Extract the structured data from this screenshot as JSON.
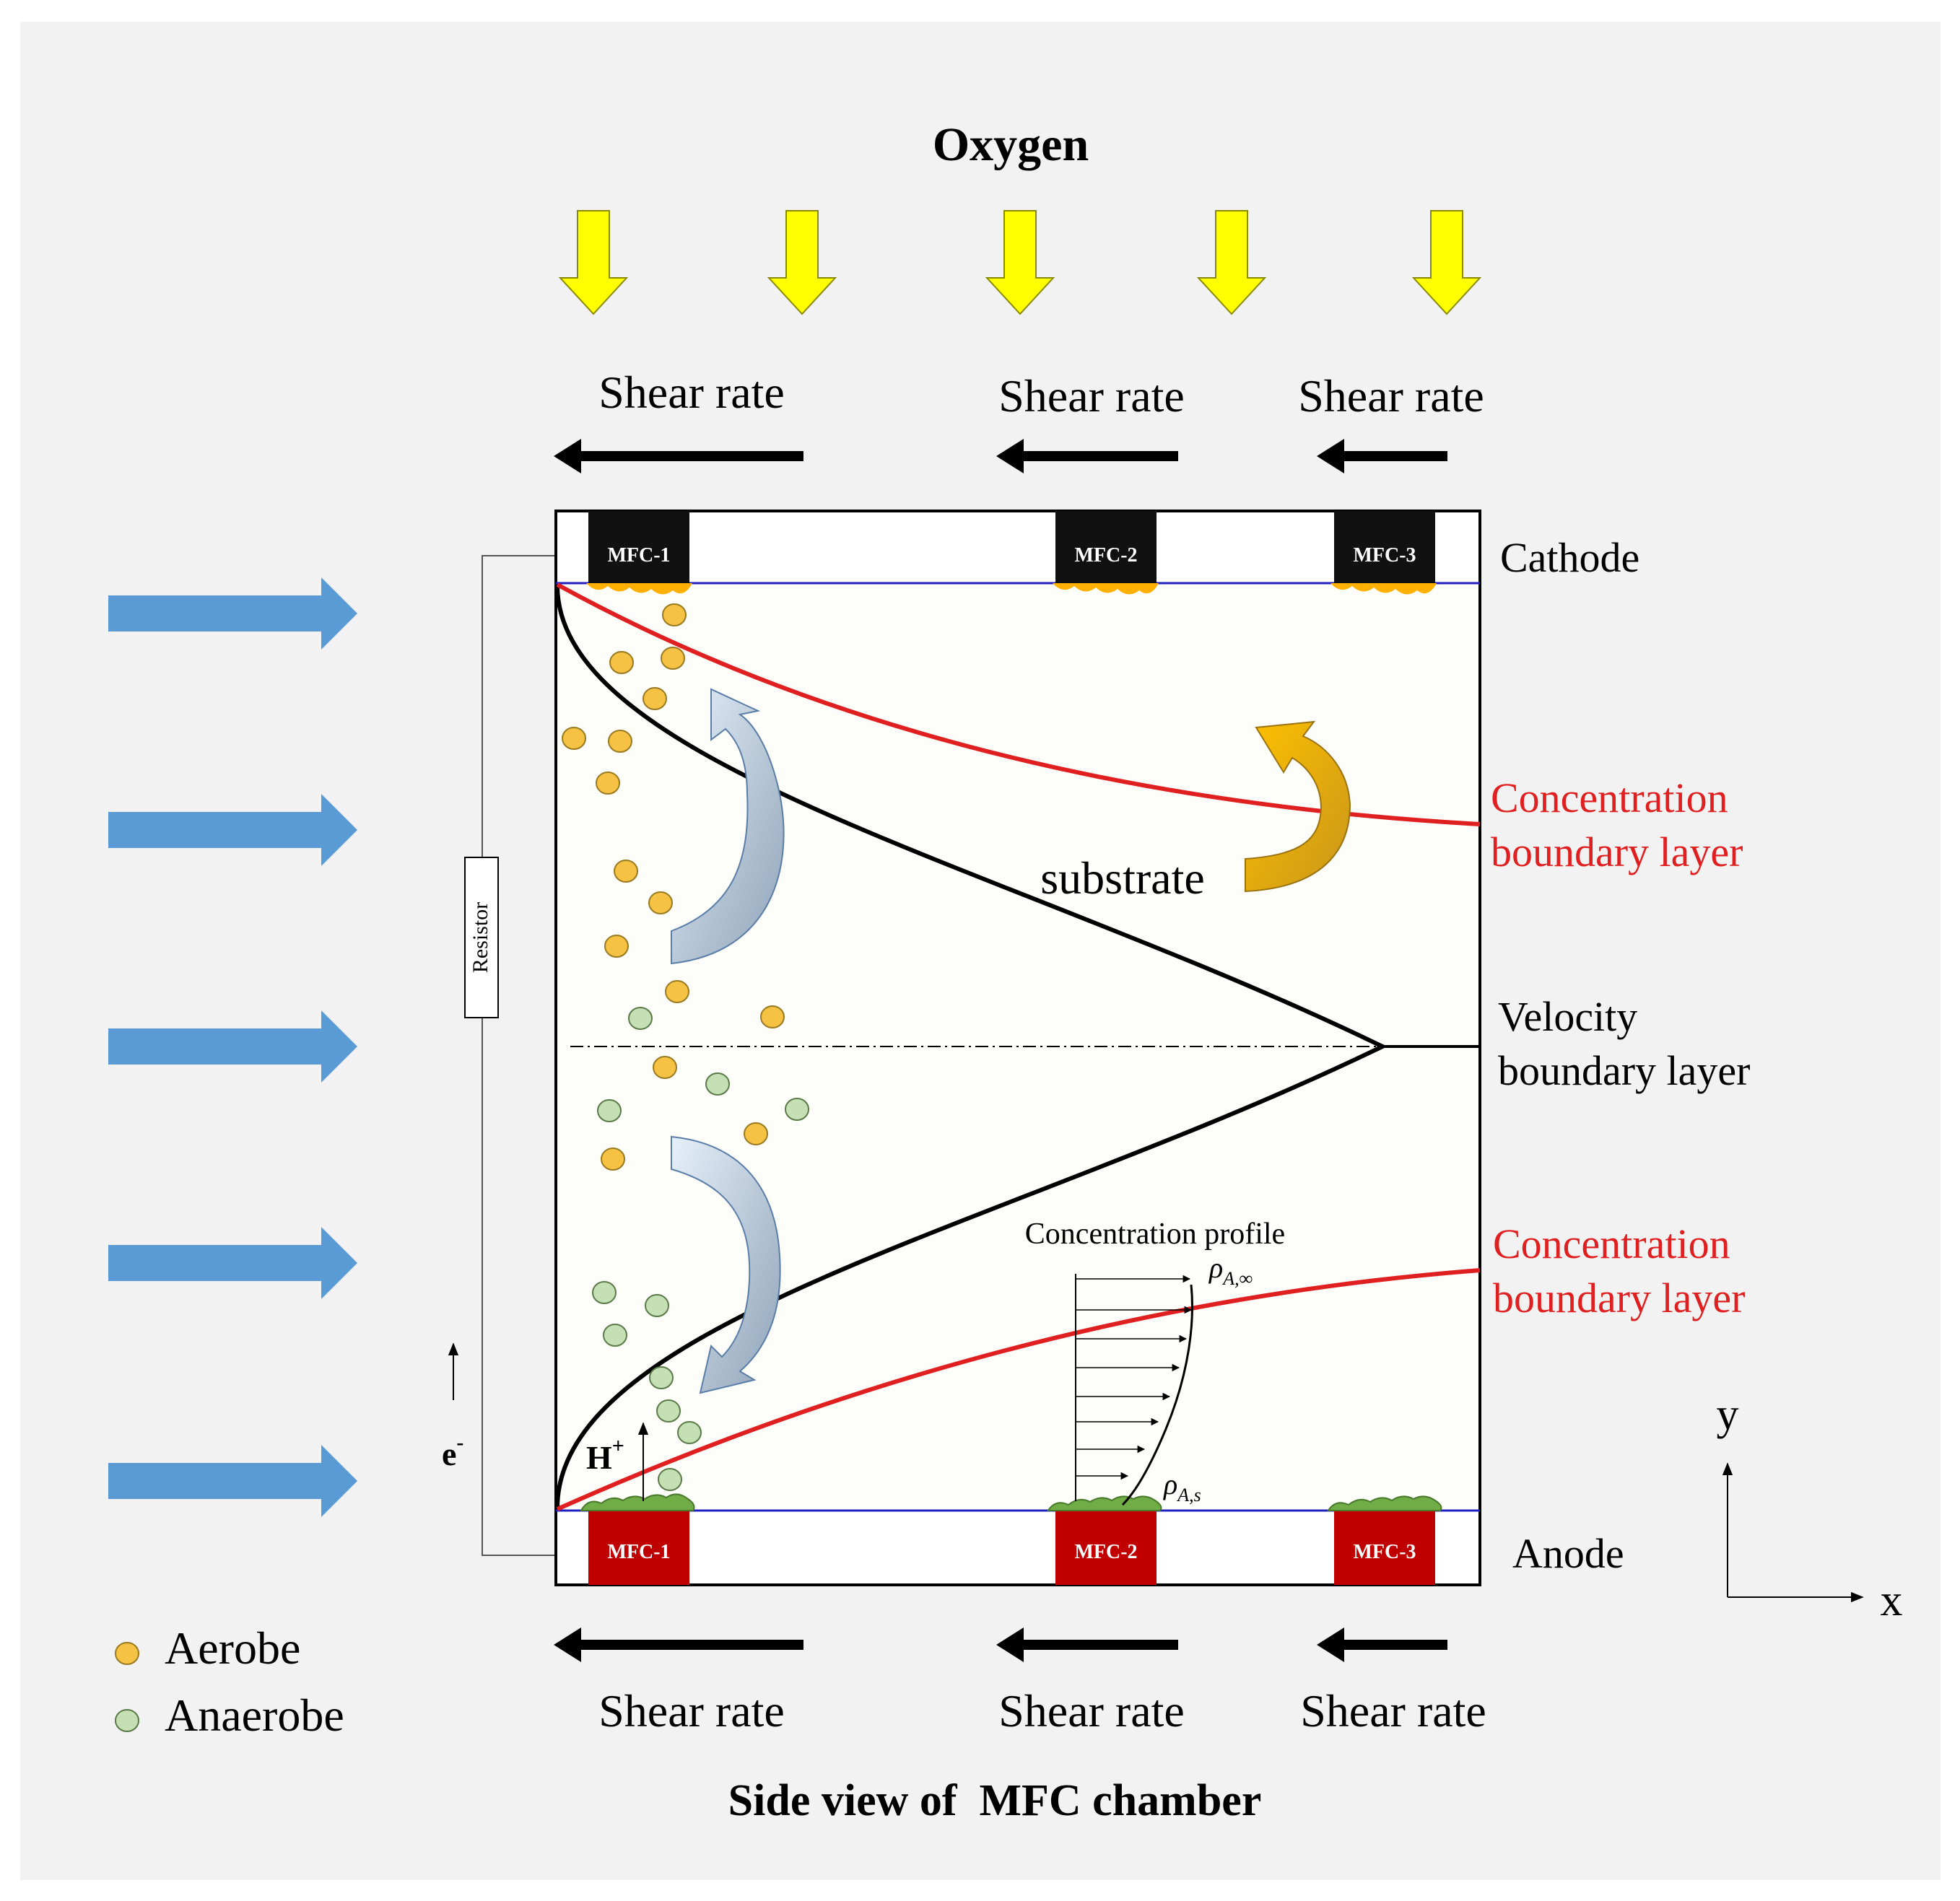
{
  "title": "Oxygen",
  "caption": "Side view of  MFC chamber",
  "shear_label": "Shear rate",
  "electrodes": {
    "cathode_label": "Cathode",
    "anode_label": "Anode",
    "cathode_units": [
      "MFC-1",
      "MFC-2",
      "MFC-3"
    ],
    "anode_units": [
      "MFC-1",
      "MFC-2",
      "MFC-3"
    ]
  },
  "circuit": {
    "resistor_label": "Resistor",
    "electron_label": "e",
    "electron_sup": "-",
    "proton_label": "H",
    "proton_sup": "+"
  },
  "labels": {
    "substrate": "substrate",
    "velocity_bl_line1": "Velocity",
    "velocity_bl_line2": "boundary layer",
    "conc_bl_line1": "Concentration",
    "conc_bl_line2": "boundary layer",
    "conc_profile": "Concentration profile",
    "rho_inf_base": "ρ",
    "rho_inf_sub": "A,∞",
    "rho_s_base": "ρ",
    "rho_s_sub": "A,s"
  },
  "axes": {
    "x": "x",
    "y": "y"
  },
  "legend": {
    "aerobe": "Aerobe",
    "anaerobe": "Anaerobe"
  },
  "colors": {
    "oxygen_arrow": "#ffff00",
    "inflow_arrow": "#5b9bd5",
    "cathode_block": "#111111",
    "anode_block": "#c00000",
    "aerobe": "#f5c244",
    "anaerobe": "#c5e0b4",
    "concentration_line": "#e02020",
    "cathode_biofilm": "#ffb000",
    "anode_biofilm": "#70ad47",
    "substrate_arrow": "#e6a817"
  }
}
